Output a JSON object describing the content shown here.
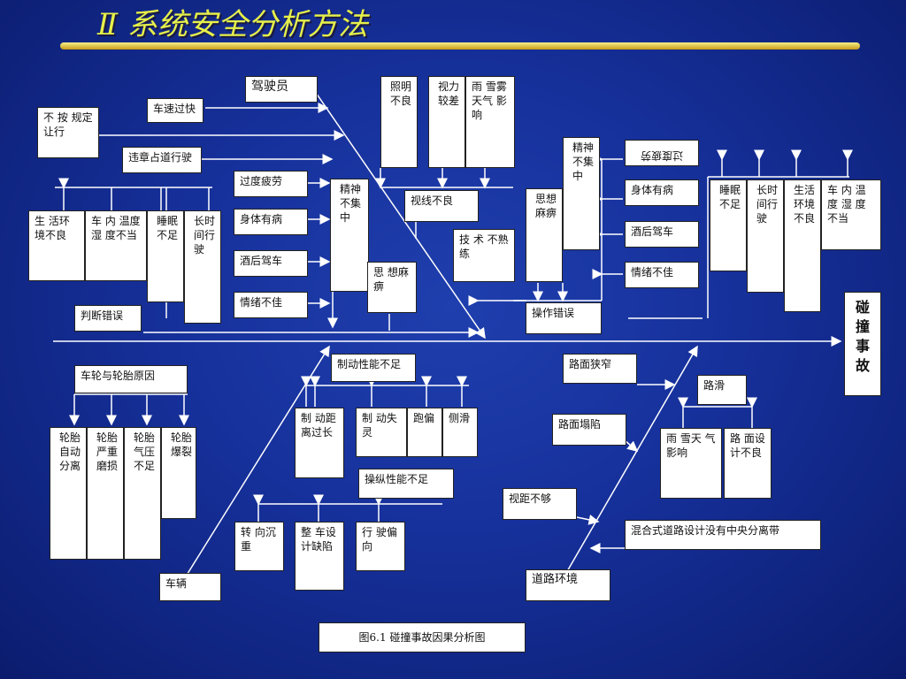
{
  "title": "Ⅱ 系统安全分析方法",
  "caption": "图6.1 碰撞事故因果分析图",
  "result": "碰撞事故",
  "driver": {
    "label": "驾驶员",
    "speeding": "车速过快",
    "no_rules": "不 按 规定让行",
    "wrong_lane": "违章占道行驶",
    "fatigue": "过度疲劳",
    "illness": "身体有病",
    "drunk": "酒后驾车",
    "mood": "情绪不佳",
    "inattention": "精神不集中",
    "numb": "思 想麻痹",
    "misjudge": "判断错误",
    "life_env": "生 活环 境不良",
    "cabin_temp": "车 内 温度 湿 度不当",
    "sleep": "睡眠不足",
    "long_drive": "长时间行驶",
    "lighting": "照明不良",
    "eyesight": "视力较差",
    "weather": "雨 雪雾 天气 影响",
    "vision_bad": "视线不良",
    "skill": "技 术 不熟练",
    "numb2": "思想麻痹",
    "inattention2": "精神不集中",
    "op_error": "操作错误",
    "fatigue2": "过度疲劳",
    "illness2": "身体有病",
    "drunk2": "酒后驾车",
    "mood2": "情绪不佳",
    "sleep2": "睡眠不足",
    "long_drive2": "长时间行驶",
    "life_env2": "生活环境不良",
    "cabin_temp2": "车 内 温 度 湿 度不当"
  },
  "vehicle": {
    "label": "车辆",
    "wheels": "车轮与轮胎原因",
    "wheel_off": "轮胎自动分离",
    "wheel_wear": "轮胎严重磨损",
    "wheel_pressure": "轮胎气压不足",
    "wheel_burst": "轮胎爆裂",
    "brake": "制动性能不足",
    "brake_dist": "制 动距 离过长",
    "brake_fail": "制 动失灵",
    "pull": "跑偏",
    "skid": "侧滑",
    "handling": "操纵性能不足",
    "steer": "转 向沉重",
    "design": "整 车设 计缺陷",
    "drift": "行 驶偏向"
  },
  "road": {
    "label": "道路环境",
    "narrow": "路面狭窄",
    "slippery": "路滑",
    "weather": "雨 雪天 气影响",
    "design": "路 面设 计不良",
    "collapse": "路面塌陷",
    "sight": "视距不够",
    "mixed": "混合式道路设计没有中央分离带"
  },
  "colors": {
    "background": "#16309a",
    "title": "#e6f04a",
    "line": "#ffffff"
  }
}
